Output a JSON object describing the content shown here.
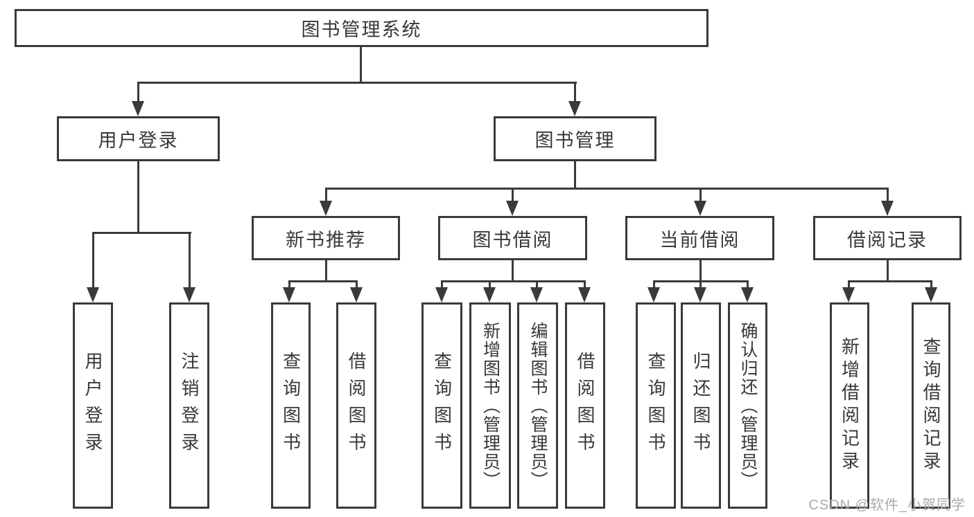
{
  "nodes": {
    "root": "图书管理系统",
    "level2": [
      "用户登录",
      "图书管理"
    ],
    "level3": [
      "新书推荐",
      "图书借阅",
      "当前借阅",
      "借阅记录"
    ],
    "leaves_login": [
      "用户登录",
      "注销登录"
    ],
    "leaves_recommend": [
      "查询图书",
      "借阅图书"
    ],
    "leaves_borrow": [
      "查询图书",
      "新增图书（管理员）",
      "编辑图书（管理员）",
      "借阅图书"
    ],
    "leaves_current": [
      "查询图书",
      "归还图书",
      "确认归还（管理员）"
    ],
    "leaves_records": [
      "新增借阅记录",
      "查询借阅记录"
    ]
  },
  "watermark": "CSDN @软件_小贺同学",
  "colors": {
    "line": "#3a3a3a",
    "text": "#383838",
    "background": "#ffffff",
    "watermark": "#a9a9a9"
  }
}
